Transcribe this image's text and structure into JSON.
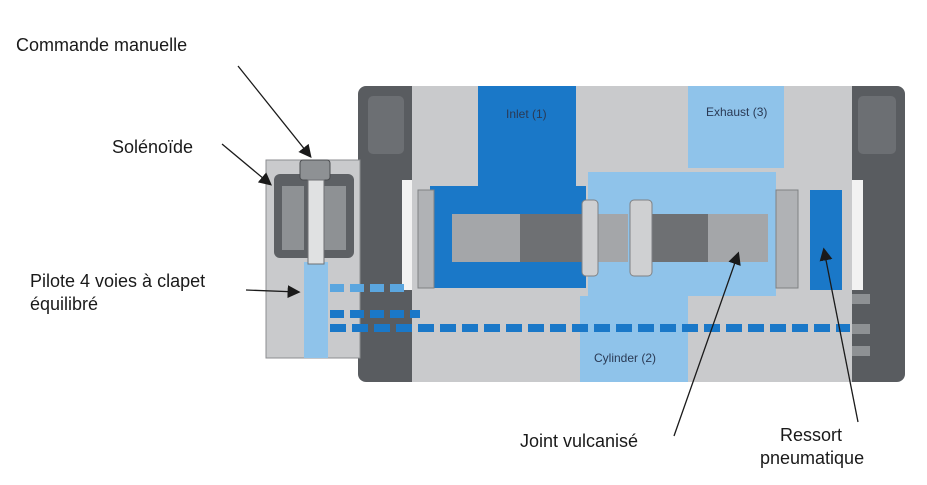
{
  "callouts": {
    "manual_control": "Commande manuelle",
    "solenoid": "Solénoïde",
    "pilot_line1": "Pilote 4 voies à clapet",
    "pilot_line2": "équilibré",
    "bonded_seal": "Joint vulcanisé",
    "spring_line1": "Ressort",
    "spring_line2": "pneumatique"
  },
  "ports": {
    "inlet": "Inlet (1)",
    "exhaust": "Exhaust (3)",
    "cylinder": "Cylinder (2)"
  },
  "colors": {
    "body_dark": "#595c60",
    "body_gray": "#c9cacc",
    "port_dark_blue": "#1a78c8",
    "port_light_blue": "#8fc3ea",
    "spool_gray": "#a4a6a9",
    "spool_dark": "#6e7073"
  }
}
